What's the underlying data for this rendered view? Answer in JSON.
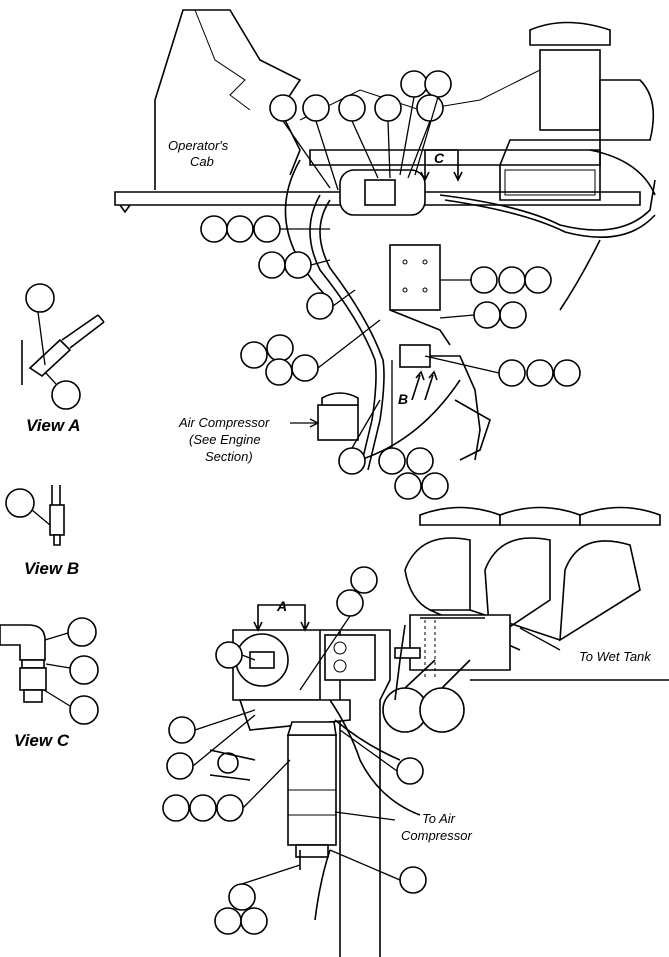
{
  "labels": {
    "operators_cab_l1": "Operator's",
    "operators_cab_l2": "Cab",
    "air_comp_l1": "Air Compressor",
    "air_comp_l2": "(See Engine",
    "air_comp_l3": "Section)",
    "to_wet_tank": "To Wet Tank",
    "to_air_l1": "To Air",
    "to_air_l2": "Compressor",
    "view_a": "View A",
    "view_b": "View B",
    "view_c": "View C",
    "index_a": "A",
    "index_b": "B",
    "index_c": "C"
  }
}
